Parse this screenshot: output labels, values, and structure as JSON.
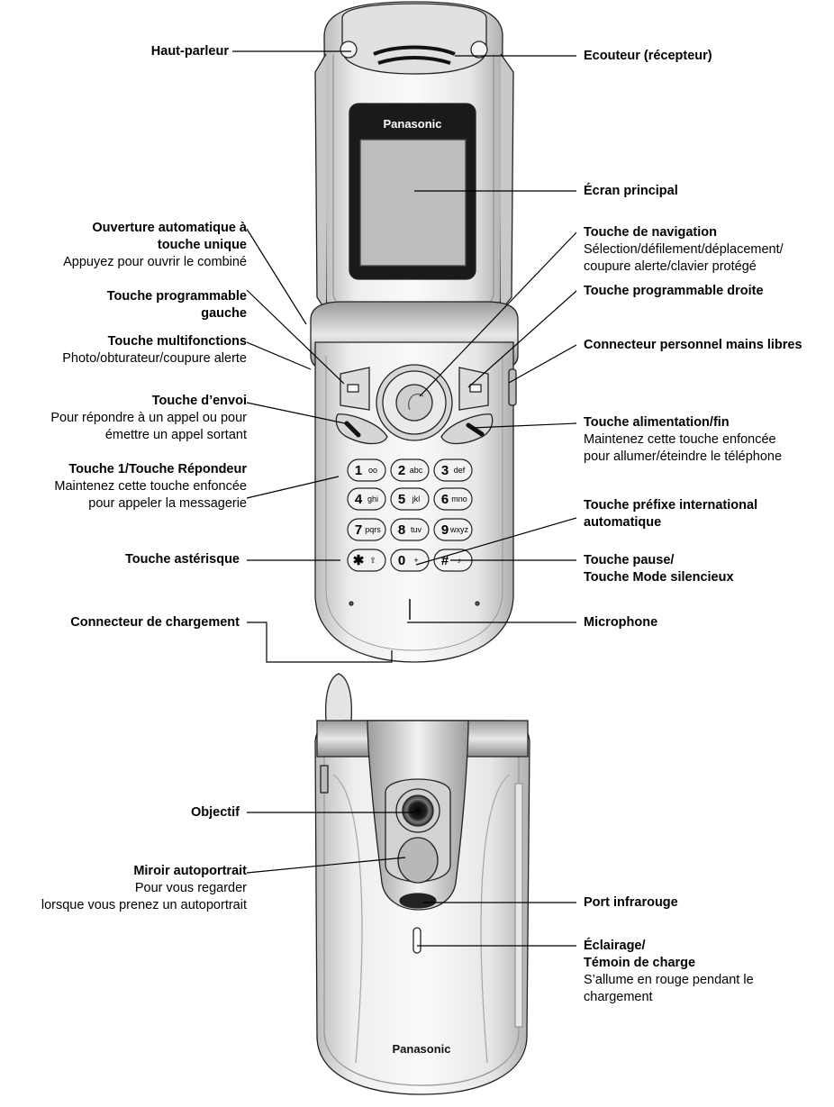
{
  "phone": {
    "front_logo": "Panasonic",
    "back_logo": "Panasonic"
  },
  "keys": [
    {
      "id": "1",
      "glyph": "1",
      "letters": "oo"
    },
    {
      "id": "2",
      "glyph": "2",
      "letters": "abc"
    },
    {
      "id": "3",
      "glyph": "3",
      "letters": "def"
    },
    {
      "id": "4",
      "glyph": "4",
      "letters": "ghi"
    },
    {
      "id": "5",
      "glyph": "5",
      "letters": "jkl"
    },
    {
      "id": "6",
      "glyph": "6",
      "letters": "mno"
    },
    {
      "id": "7",
      "glyph": "7",
      "letters": "pqrs"
    },
    {
      "id": "8",
      "glyph": "8",
      "letters": "tuv"
    },
    {
      "id": "9",
      "glyph": "9",
      "letters": "wxyz"
    },
    {
      "id": "star",
      "glyph": "✱",
      "letters": "⇧"
    },
    {
      "id": "0",
      "glyph": "0",
      "letters": "+"
    },
    {
      "id": "hash",
      "glyph": "#",
      "letters": "♪"
    }
  ],
  "labels": {
    "haut_parleur": {
      "title": "Haut-parleur"
    },
    "ecouteur": {
      "title": "Ecouteur (récepteur)"
    },
    "ecran": {
      "title": "Écran principal"
    },
    "ouverture": {
      "title_1": "Ouverture automatique à",
      "title_2": "touche unique",
      "desc": "Appuyez pour ouvrir le combiné"
    },
    "navigation": {
      "title": "Touche de navigation",
      "desc_1": "Sélection/défilement/déplacement/",
      "desc_2": "coupure alerte/clavier protégé"
    },
    "prog_gauche": {
      "title_1": "Touche programmable",
      "title_2": "gauche"
    },
    "prog_droite": {
      "title": "Touche programmable droite"
    },
    "multifonctions": {
      "title": "Touche multifonctions",
      "desc": "Photo/obturateur/coupure alerte"
    },
    "connecteur_mains_libres": {
      "title": "Connecteur personnel mains libres"
    },
    "envoi": {
      "title": "Touche d’envoi",
      "desc_1": "Pour répondre à un appel ou pour",
      "desc_2": "émettre un appel sortant"
    },
    "alimentation": {
      "title": "Touche alimentation/fin",
      "desc_1": "Maintenez cette touche enfoncée",
      "desc_2": "pour allumer/éteindre le téléphone"
    },
    "touche1": {
      "title": "Touche 1/Touche Répondeur",
      "desc_1": "Maintenez cette touche enfoncée",
      "desc_2": "pour appeler la messagerie"
    },
    "prefixe": {
      "title_1": "Touche préfixe international",
      "title_2": "automatique"
    },
    "asterisque": {
      "title": "Touche astérisque"
    },
    "pause": {
      "title_1": "Touche pause/",
      "title_2": "Touche Mode silencieux"
    },
    "chargement": {
      "title": "Connecteur de chargement"
    },
    "microphone": {
      "title": "Microphone"
    },
    "objectif": {
      "title": "Objectif"
    },
    "miroir": {
      "title": "Miroir autoportrait",
      "desc_1": "Pour vous regarder",
      "desc_2": "lorsque vous prenez un autoportrait"
    },
    "infrarouge": {
      "title": "Port infrarouge"
    },
    "eclairage": {
      "title_1": "Éclairage/",
      "title_2": "Témoin de charge",
      "desc_1": "S’allume en rouge pendant le",
      "desc_2": "chargement"
    }
  },
  "colors": {
    "body_light": "#f4f4f4",
    "body_mid": "#d8d8d8",
    "body_dark": "#a8a8a8",
    "screen": "#bdbdbd",
    "screen_frame": "#1a1a1a"
  }
}
